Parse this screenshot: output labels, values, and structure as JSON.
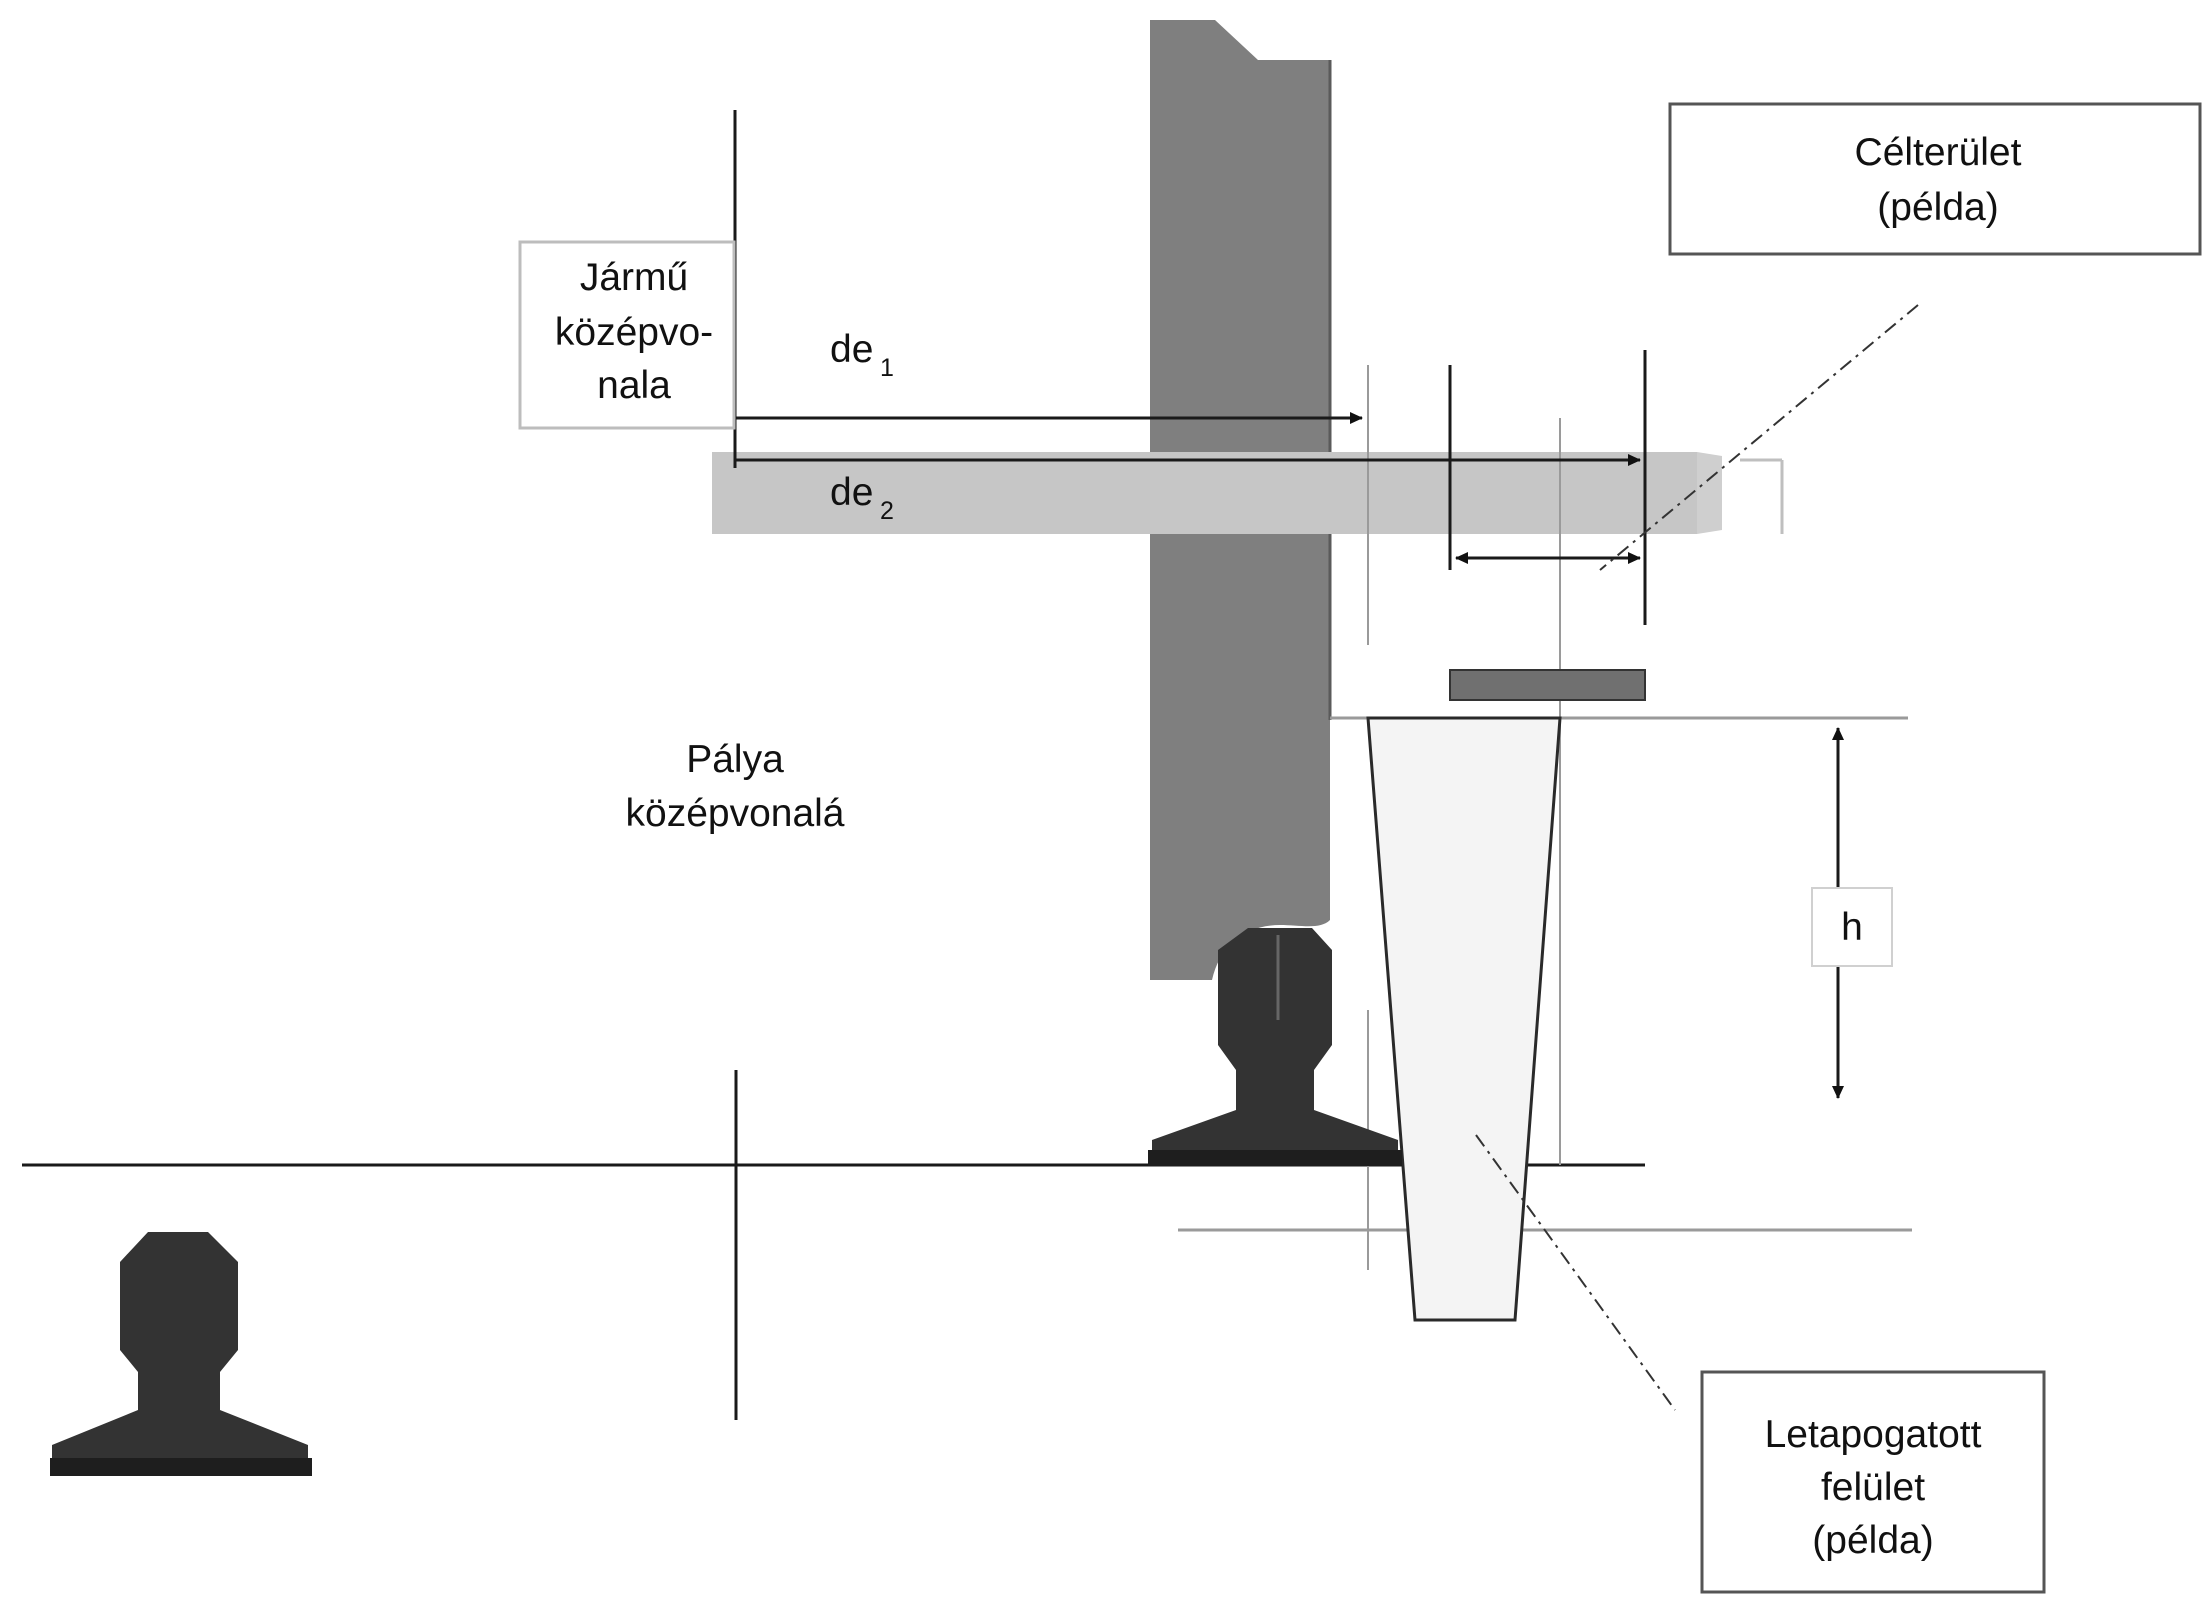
{
  "labels": {
    "vehicle_centerline": [
      "Jármű",
      "középvo-",
      "nala"
    ],
    "track_centerline": [
      "Pálya",
      "középvonalá"
    ],
    "target_area": [
      "Célterület",
      "(példa)"
    ],
    "scanned_surface": [
      "Letapogatott",
      "felület",
      "(példa)"
    ],
    "de1": {
      "base": "de",
      "sub": "1"
    },
    "de2": {
      "base": "de",
      "sub": "2"
    },
    "h": "h"
  },
  "colors": {
    "vehicle_body": "#7f7f7f",
    "vehicle_band": "#c6c6c6",
    "rail": "#333333",
    "rail_base": "#1e1e1e",
    "target_plate": "#707070",
    "scanned_surface_fill": "#f4f4f4",
    "line": "#1a1a1a",
    "thin_line": "#9a9a9a"
  }
}
